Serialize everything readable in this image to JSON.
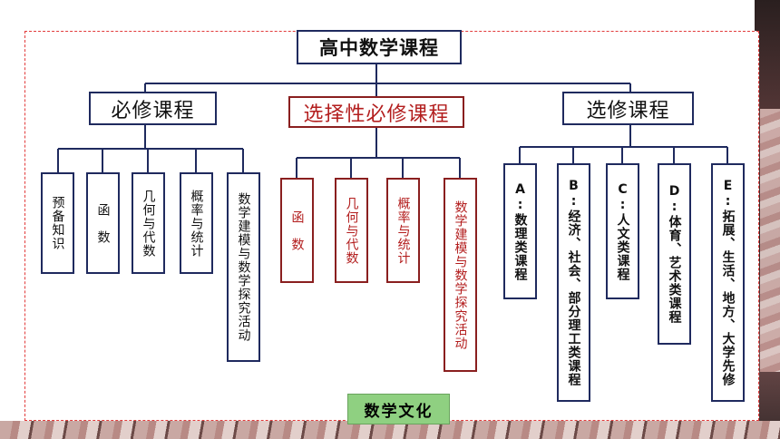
{
  "root": "高中数学课程",
  "branches": [
    {
      "id": "required",
      "title": "必修课程",
      "color": "navy",
      "children": [
        "预备知识",
        "函　数",
        "几何与代数",
        "概率与统计",
        "数学建模与数学探究活动"
      ]
    },
    {
      "id": "selective-required",
      "title": "选择性必修课程",
      "color": "maroon",
      "children": [
        "函　数",
        "几何与代数",
        "概率与统计",
        "数学建模与数学探究活动"
      ]
    },
    {
      "id": "elective",
      "title": "选修课程",
      "color": "navy",
      "children": [
        "A:数理类课程",
        "B:经济、社会、部分理工类课程",
        "C:人文类课程",
        "D:体育、艺术类课程",
        "E:拓展、生活、地方、大学先修"
      ]
    }
  ],
  "footer": "数学文化",
  "colors": {
    "navy": "#1f2a5e",
    "maroon": "#8a1f1f",
    "frame": "#e23b3b",
    "culture": "#8fd081"
  }
}
